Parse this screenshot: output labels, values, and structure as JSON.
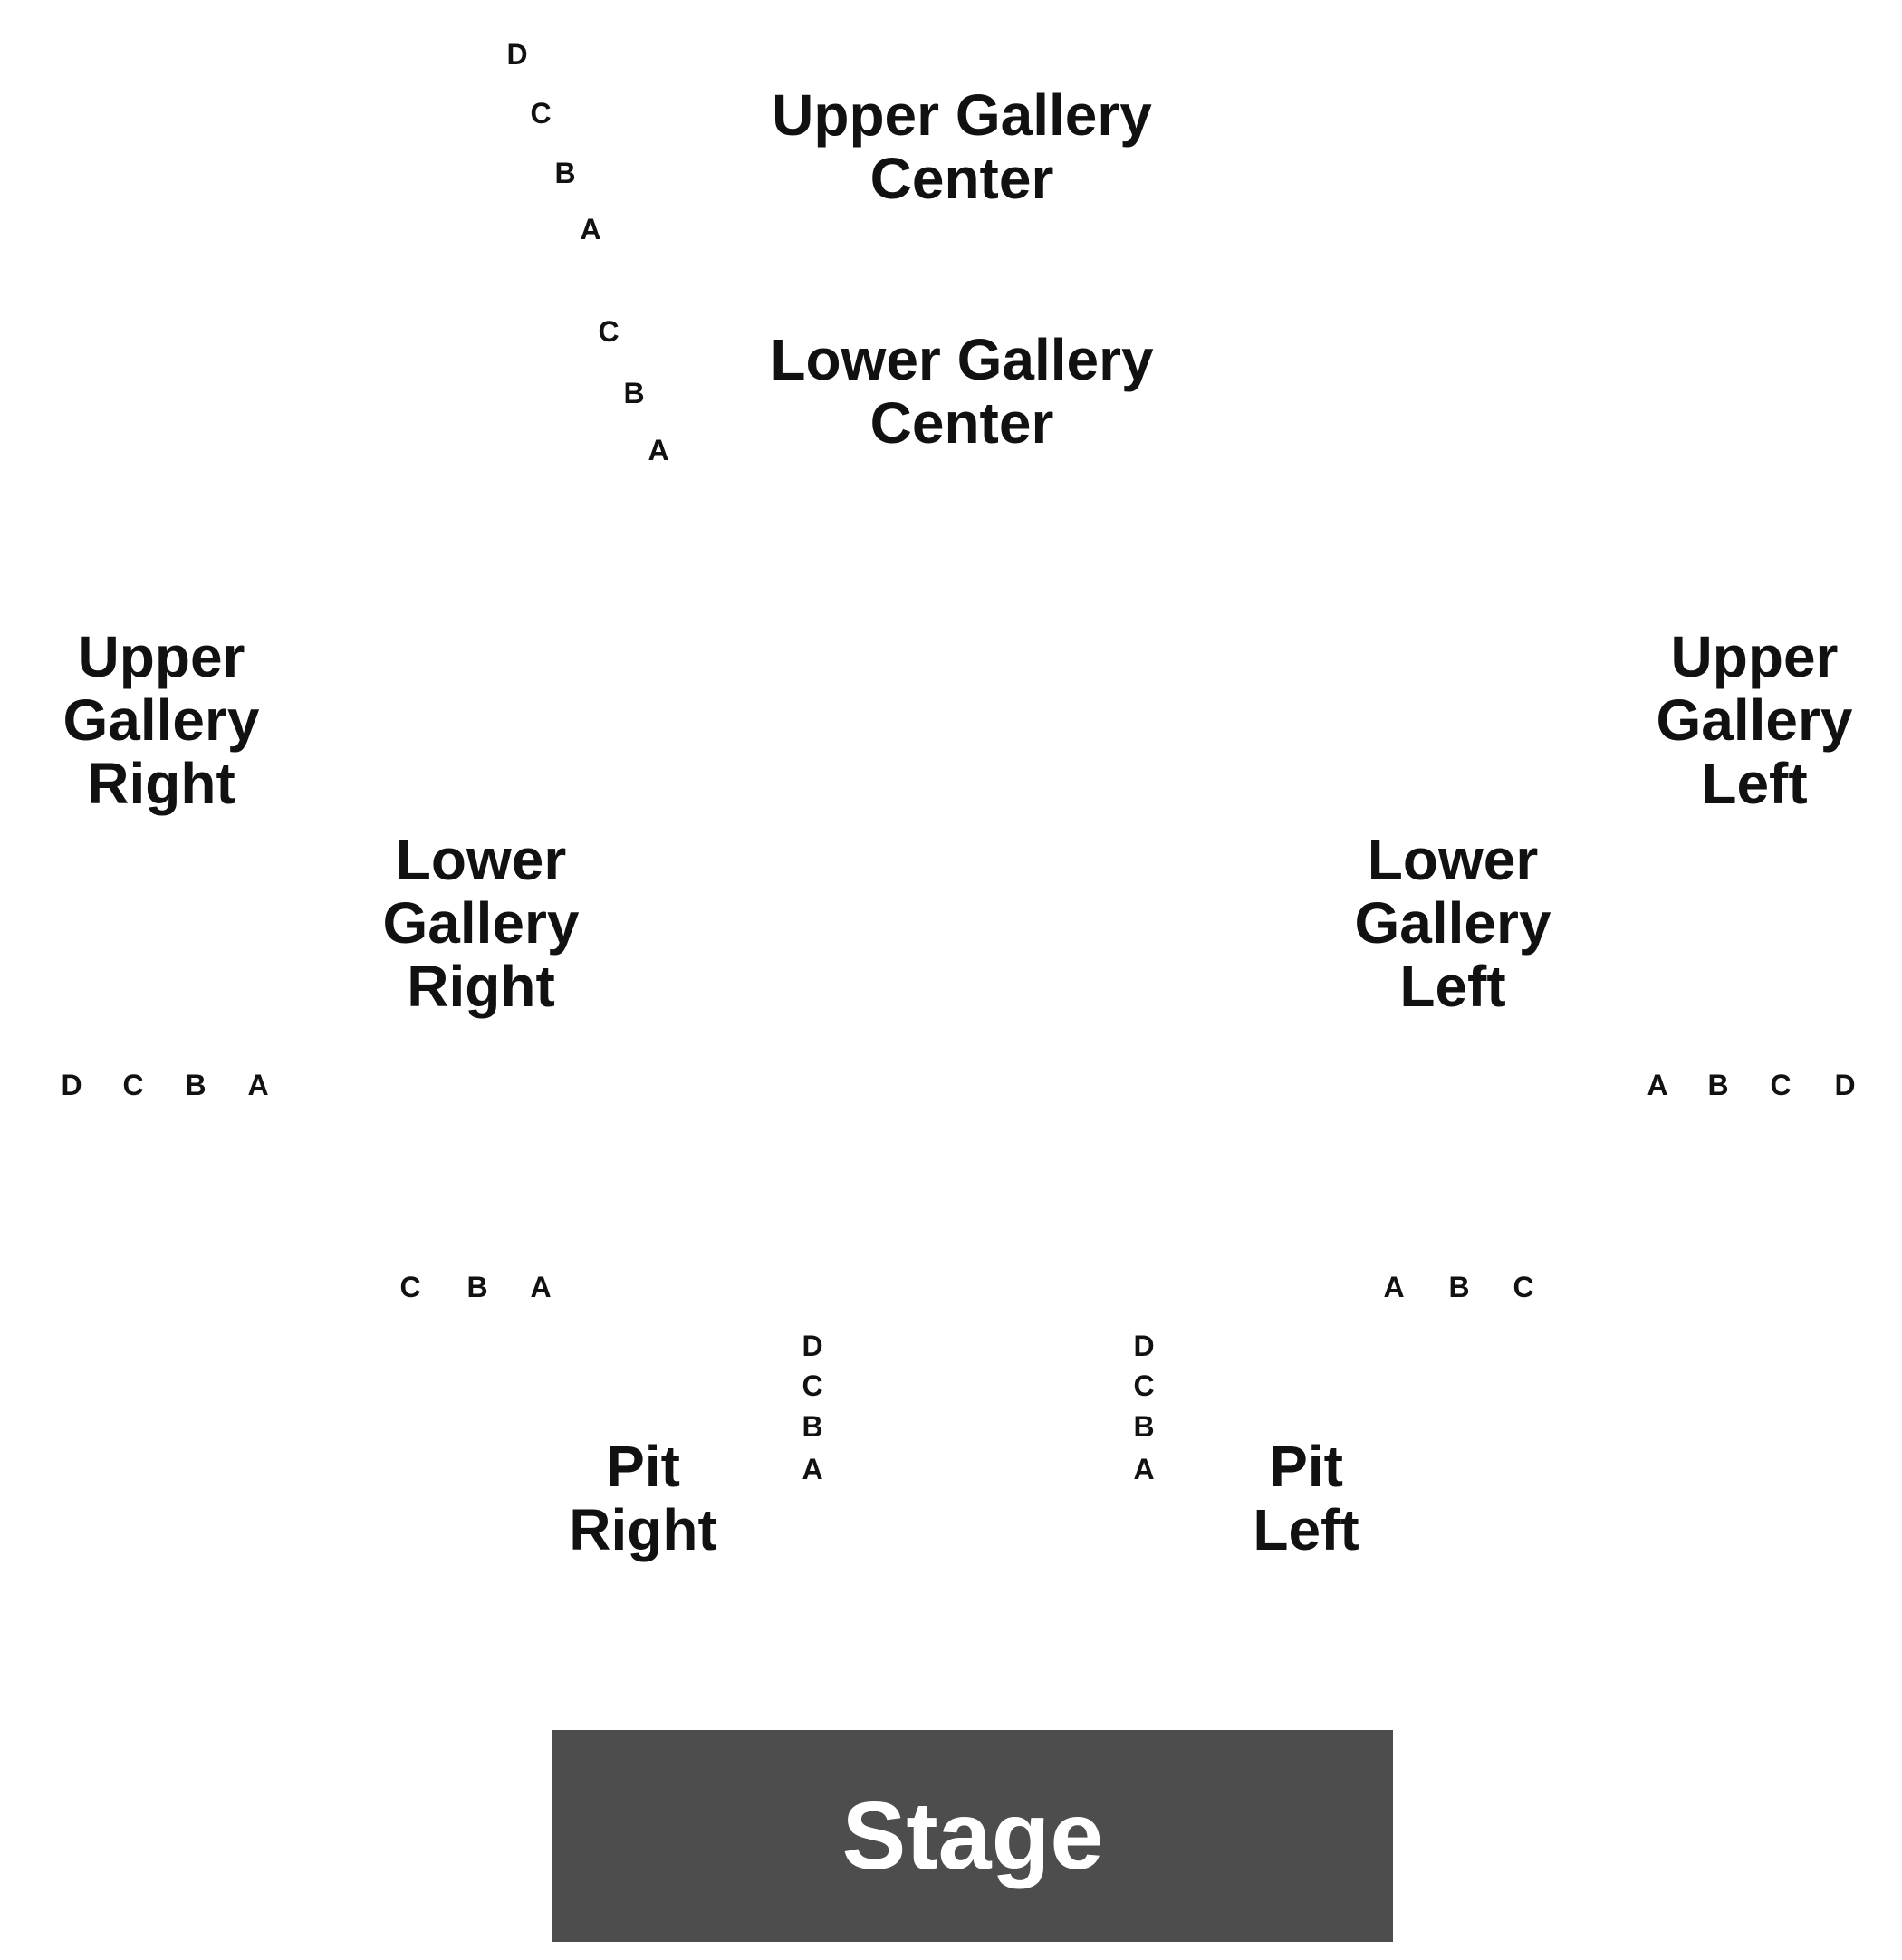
{
  "sections": [
    {
      "id": "upper-gallery-center",
      "label": "Upper Gallery\nCenter"
    },
    {
      "id": "lower-gallery-center",
      "label": "Lower Gallery\nCenter"
    },
    {
      "id": "upper-gallery-right",
      "label": "Upper\nGallery\nRight"
    },
    {
      "id": "upper-gallery-left",
      "label": "Upper\nGallery\nLeft"
    },
    {
      "id": "lower-gallery-right",
      "label": "Lower\nGallery\nRight"
    },
    {
      "id": "lower-gallery-left",
      "label": "Lower\nGallery\nLeft"
    },
    {
      "id": "pit-right",
      "label": "Pit\nRight"
    },
    {
      "id": "pit-left",
      "label": "Pit\nLeft"
    }
  ],
  "rows": {
    "upper_gallery_center": [
      "D",
      "C",
      "B",
      "A"
    ],
    "lower_gallery_center": [
      "C",
      "B",
      "A"
    ],
    "upper_gallery_right": [
      "D",
      "C",
      "B",
      "A"
    ],
    "upper_gallery_left": [
      "A",
      "B",
      "C",
      "D"
    ],
    "lower_gallery_right": [
      "C",
      "B",
      "A"
    ],
    "lower_gallery_left": [
      "A",
      "B",
      "C"
    ],
    "pit_right": [
      "D",
      "C",
      "B",
      "A"
    ],
    "pit_left": [
      "D",
      "C",
      "B",
      "A"
    ]
  },
  "stage": {
    "label": "Stage",
    "color": "#4d4d4d"
  }
}
